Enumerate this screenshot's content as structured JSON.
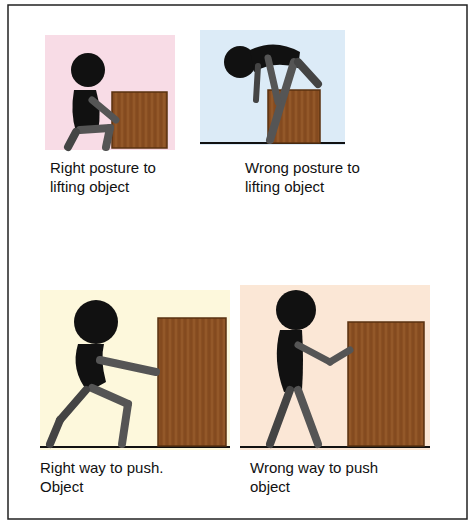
{
  "diagram": {
    "labels": [
      "Right posture to lifting object",
      "Wrong posture to lifting object",
      "Right way to push. Object",
      "Wrong way to push object"
    ]
  }
}
